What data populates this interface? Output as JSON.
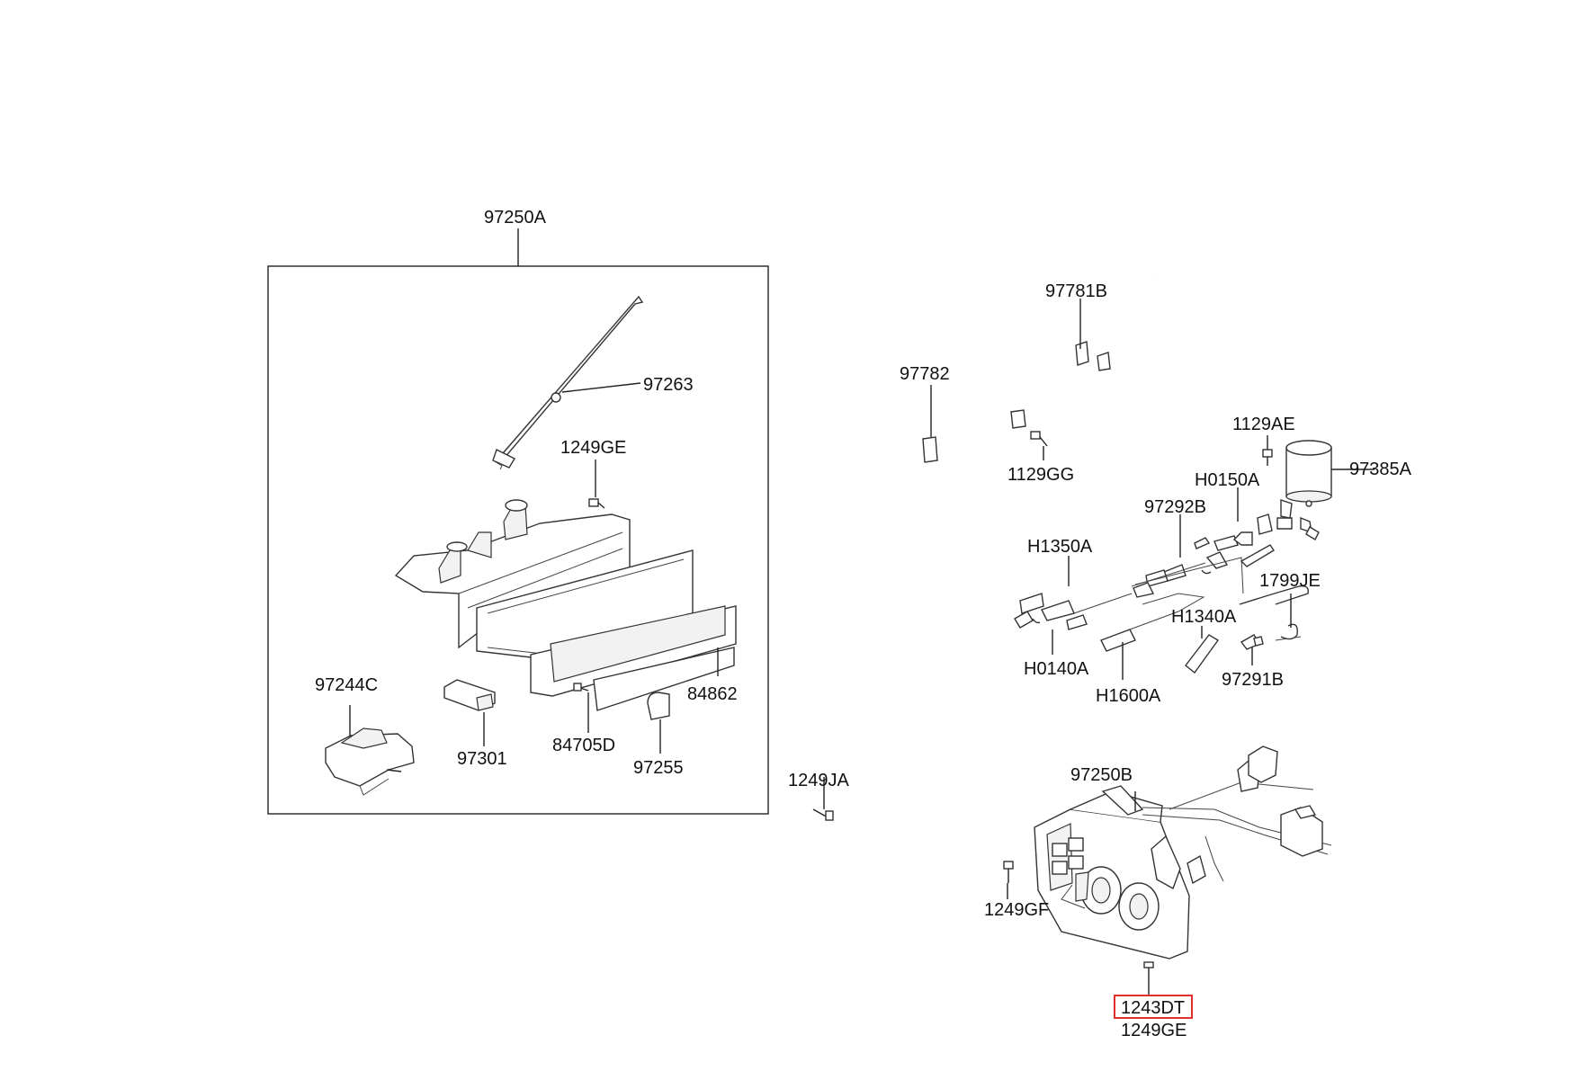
{
  "labels": {
    "a97250A": "97250A",
    "a97263": "97263",
    "a1249GE_top": "1249GE",
    "a97244C": "97244C",
    "a97301": "97301",
    "a84705D": "84705D",
    "a97255": "97255",
    "a84862": "84862",
    "a1249JA": "1249JA",
    "a97781B": "97781B",
    "a97782": "97782",
    "a1129GG": "1129GG",
    "a1129AE": "1129AE",
    "a97385A": "97385A",
    "aH0150A": "H0150A",
    "a97292B": "97292B",
    "aH1350A": "H1350A",
    "a1799JE": "1799JE",
    "aH1340A": "H1340A",
    "aH0140A": "H0140A",
    "aH1600A": "H1600A",
    "a97291B": "97291B",
    "a97250B": "97250B",
    "a1249GF": "1249GF",
    "a1243DT": "1243DT",
    "a1249GE_bottom": "1249GE"
  },
  "colors": {
    "highlight": "#e03030",
    "line": "#222222"
  }
}
